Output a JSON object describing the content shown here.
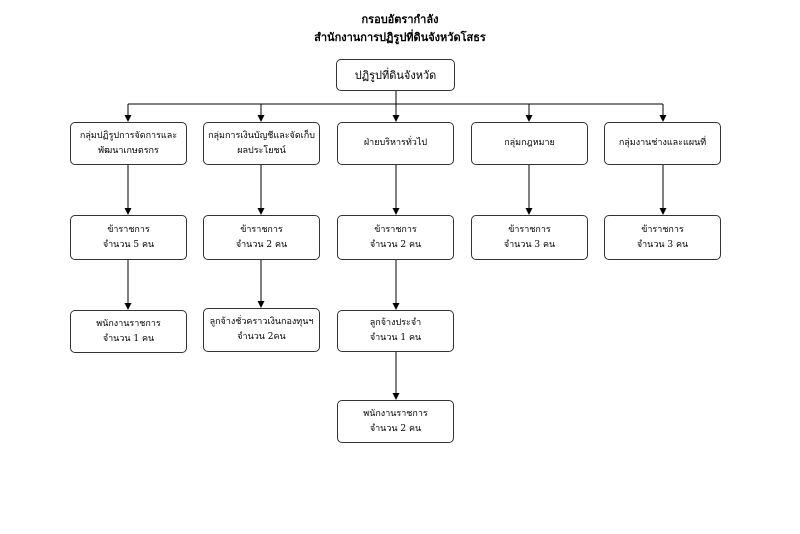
{
  "title_line1": "กรอบอัตรากำลัง",
  "title_line2": "สำนักงานการปฏิรูปที่ดินจังหวัดโสธร",
  "root": "ปฏิรูปที่ดินจังหวัด",
  "columns": [
    {
      "header": [
        "กลุ่มปฏิรูปการจัดการและ",
        "พัฒนาเกษตรกร"
      ],
      "civil": [
        "ข้าราชการ",
        "จำนวน  5  คน"
      ],
      "staff": [
        "พนักงานราชการ",
        "จำนวน  1  คน"
      ]
    },
    {
      "header": [
        "กลุ่มการเงินบัญชีและจัดเก็บ",
        "ผลประโยชน์"
      ],
      "civil": [
        "ข้าราชการ",
        "จำนวน  2  คน"
      ],
      "staff": [
        "ลูกจ้างชั่วคราวเงินกองทุนฯ",
        "จำนวน 2คน"
      ]
    },
    {
      "header": [
        "ฝ่ายบริหารทั่วไป"
      ],
      "civil": [
        "ข้าราชการ",
        "จำนวน  2  คน"
      ],
      "staff": [
        "ลูกจ้างประจำ",
        "จำนวน  1  คน"
      ],
      "extra": [
        "พนักงานราชการ",
        "จำนวน  2  คน"
      ]
    },
    {
      "header": [
        "กลุ่มกฎหมาย"
      ],
      "civil": [
        "ข้าราชการ",
        "จำนวน  3  คน"
      ]
    },
    {
      "header": [
        "กลุ่มงานช่างและแผนที่"
      ],
      "civil": [
        "ข้าราชการ",
        "จำนวน  3  คน"
      ]
    }
  ]
}
